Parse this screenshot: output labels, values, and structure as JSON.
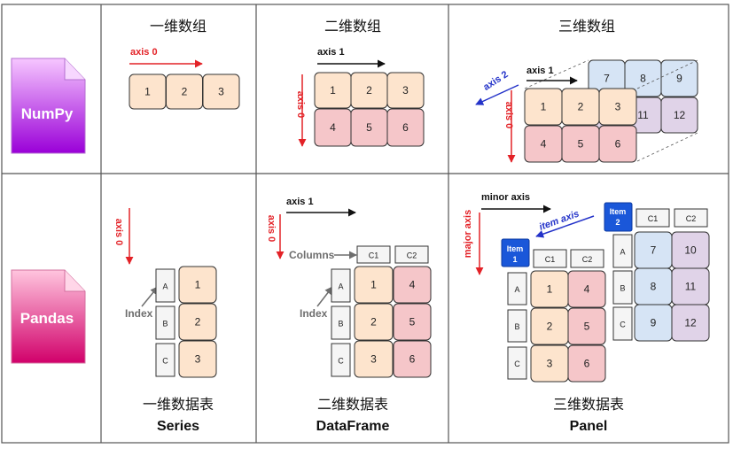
{
  "headers": {
    "one_d": "一维数组",
    "two_d": "二维数组",
    "three_d": "三维数组"
  },
  "libraries": {
    "numpy": "NumPy",
    "pandas": "Pandas"
  },
  "axes": {
    "axis0": "axis 0",
    "axis1": "axis 1",
    "axis2": "axis 2",
    "minor": "minor axis",
    "item": "item axis",
    "major": "major axis"
  },
  "numpy": {
    "array_1d": [
      "1",
      "2",
      "3"
    ],
    "array_2d_row1": [
      "1",
      "2",
      "3"
    ],
    "array_2d_row2": [
      "4",
      "5",
      "6"
    ],
    "array_3d_front_row1": [
      "1",
      "2",
      "3"
    ],
    "array_3d_front_row2": [
      "4",
      "5",
      "6"
    ],
    "array_3d_back_row1": [
      "7",
      "8",
      "9"
    ],
    "array_3d_back_row2": [
      "11",
      "12"
    ]
  },
  "pandas": {
    "index_label": "Index",
    "columns_label": "Columns",
    "index": [
      "A",
      "B",
      "C"
    ],
    "columns": [
      "C1",
      "C2"
    ],
    "series_values": [
      "1",
      "2",
      "3"
    ],
    "df_c1": [
      "1",
      "2",
      "3"
    ],
    "df_c2": [
      "4",
      "5",
      "6"
    ],
    "item1_label": [
      "Item",
      "1"
    ],
    "item2_label": [
      "Item",
      "2"
    ],
    "panel_item1_c1": [
      "1",
      "2",
      "3"
    ],
    "panel_item1_c2": [
      "4",
      "5",
      "6"
    ],
    "panel_item2_c1": [
      "7",
      "8",
      "9"
    ],
    "panel_item2_c2": [
      "10",
      "11",
      "12"
    ]
  },
  "footers": {
    "series_cn": "一维数据表",
    "series_en": "Series",
    "df_cn": "二维数据表",
    "df_en": "DataFrame",
    "panel_cn": "三维数据表",
    "panel_en": "Panel"
  },
  "colors": {
    "orange_fill": "#fde4cd",
    "red_fill": "#f5c6c9",
    "blue_fill": "#d6e4f5",
    "purple_fill": "#e0d3e8",
    "grey_fill": "#f5f5f5",
    "item_blue": "#1a57d9",
    "axis_red": "#e32227",
    "axis_blue": "#2433c9",
    "numpy_top": "#f6c6ff",
    "numpy_bottom": "#9a00d8",
    "pandas_top": "#ffc5de",
    "pandas_bottom": "#d1006a"
  }
}
